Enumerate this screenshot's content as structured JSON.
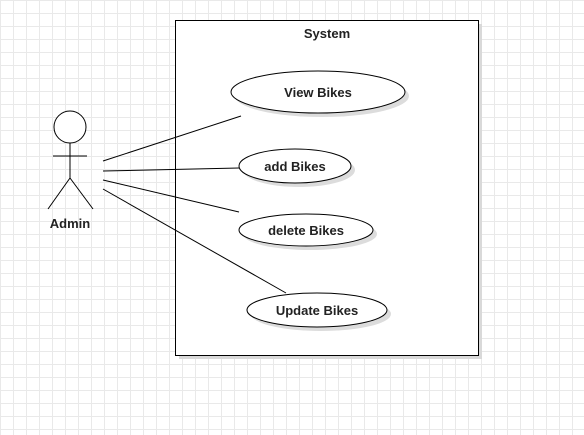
{
  "system": {
    "title": "System"
  },
  "actor": {
    "name": "Admin"
  },
  "use_cases": [
    {
      "label": "View Bikes"
    },
    {
      "label": "add Bikes"
    },
    {
      "label": "delete Bikes"
    },
    {
      "label": "Update Bikes"
    }
  ],
  "colors": {
    "line": "#000000",
    "shadow": "#dcdcdc",
    "text": "#222222"
  }
}
